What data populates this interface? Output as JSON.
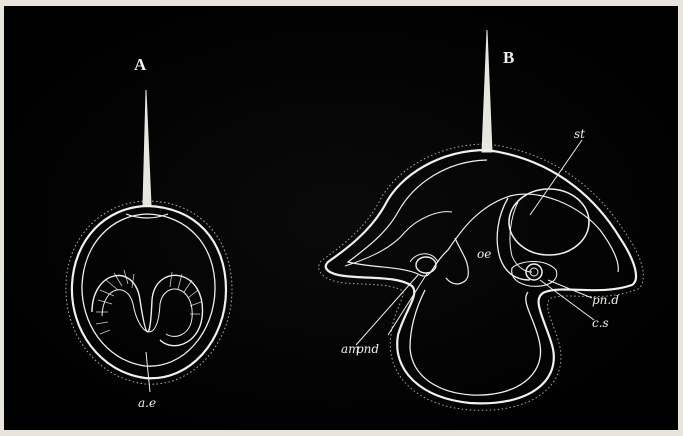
{
  "figure": {
    "background": "#050505",
    "ink": "#f2f0ea",
    "letters": {
      "a": "A",
      "b": "B"
    },
    "labels_a": {
      "ae": "a.e"
    },
    "labels_b": {
      "st": "st",
      "oe": "oe",
      "am": "am",
      "pnd_left": "pnd",
      "pnd_right": "pn.d",
      "cs": "c.s"
    }
  }
}
